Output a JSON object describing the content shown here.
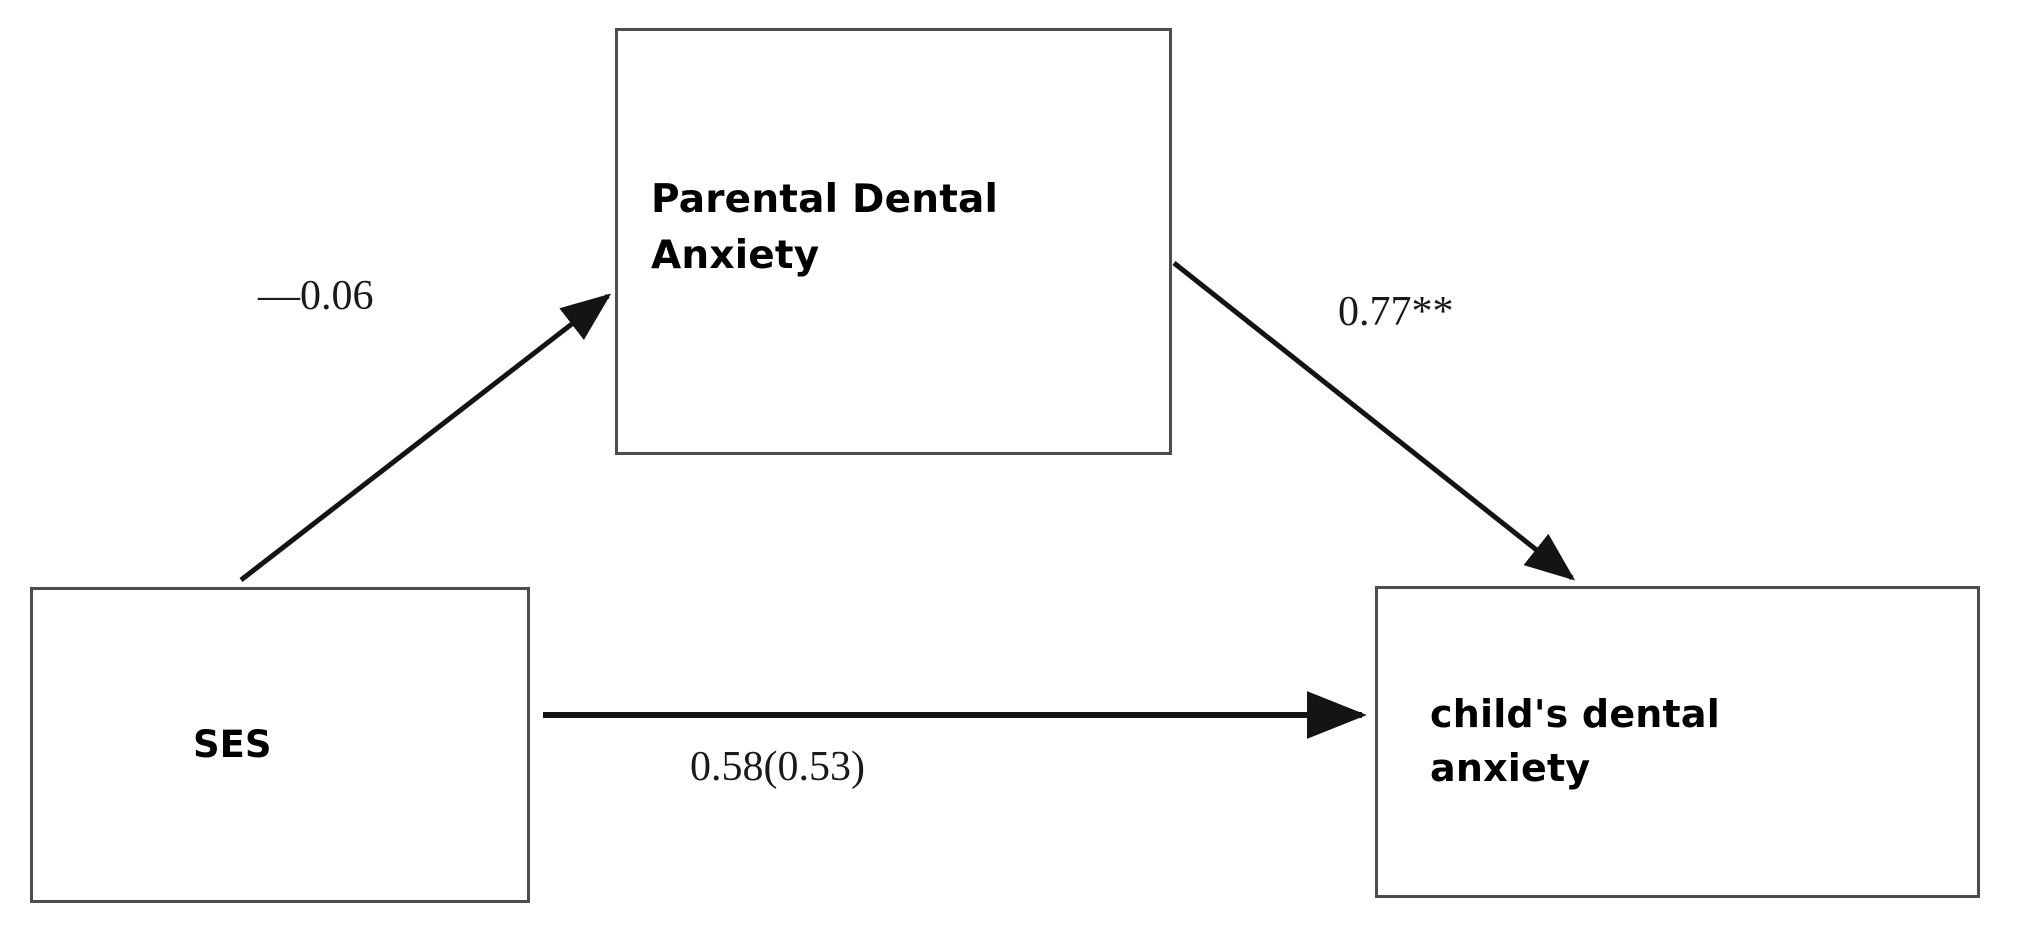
{
  "diagram": {
    "type": "mediation-path-model",
    "background_color": "#ffffff",
    "box_border_color": "#4d4d4d",
    "line_color": "#1a1a1a",
    "nodes": [
      {
        "id": "mediator",
        "label": "Parental Dental\nAnxiety",
        "role": "mediator",
        "position": "top-center"
      },
      {
        "id": "predictor",
        "label": "SES",
        "role": "independent-variable",
        "position": "bottom-left"
      },
      {
        "id": "outcome",
        "label": "child's dental\nanxiety",
        "role": "dependent-variable",
        "position": "bottom-right"
      }
    ],
    "paths": [
      {
        "id": "a-path",
        "from": "predictor",
        "to": "mediator",
        "coefficient": "—0.06",
        "significance": "",
        "direction": "up-right"
      },
      {
        "id": "b-path",
        "from": "mediator",
        "to": "outcome",
        "coefficient": "0.77**",
        "significance": "**",
        "direction": "down-right"
      },
      {
        "id": "c-path",
        "from": "predictor",
        "to": "outcome",
        "coefficient": "0.58(0.53)",
        "significance": "",
        "direction": "right"
      }
    ]
  }
}
